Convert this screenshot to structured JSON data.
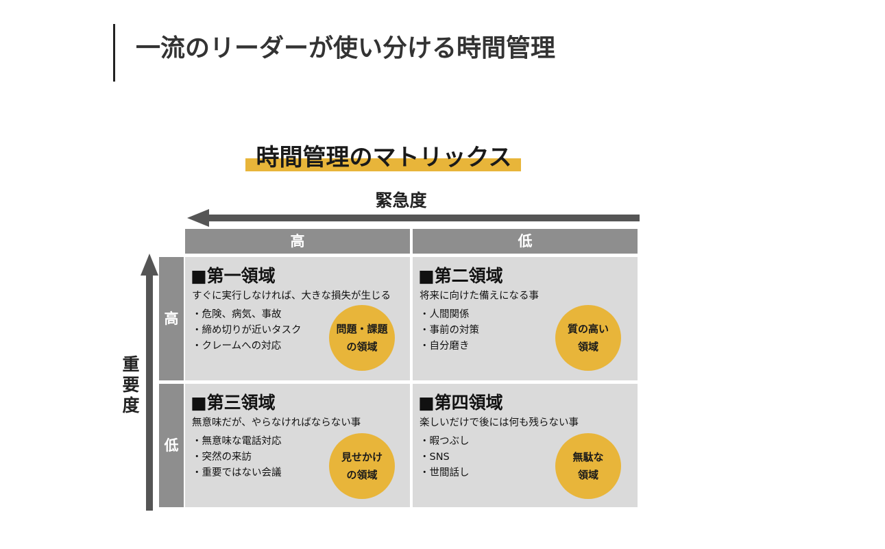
{
  "page": {
    "title": "一流のリーダーが使い分ける時間管理"
  },
  "matrix": {
    "title": "時間管理のマトリックス",
    "x_axis_label": "緊急度",
    "y_axis_label": "重要度",
    "col_headers": [
      "高",
      "低"
    ],
    "row_headers": [
      "高",
      "低"
    ],
    "accent_color": "#e8b53a",
    "header_color": "#8e8e8e",
    "cell_color": "#dadada",
    "quadrants": [
      {
        "title": "■第一領域",
        "description": "すぐに実行しなければ、大きな損失が生じる",
        "items": [
          "・危険、病気、事故",
          "・締め切りが近いタスク",
          "・クレームへの対応"
        ],
        "badge_line1": "問題・課題",
        "badge_line2": "の領域"
      },
      {
        "title": "■第二領域",
        "description": "将来に向けた備えになる事",
        "items": [
          "・人間関係",
          "・事前の対策",
          "・自分磨き"
        ],
        "badge_line1": "質の高い",
        "badge_line2": "領域"
      },
      {
        "title": "■第三領域",
        "description": "無意味だが、やらなければならない事",
        "items": [
          "・無意味な電話対応",
          "・突然の来訪",
          "・重要ではない会議"
        ],
        "badge_line1": "見せかけ",
        "badge_line2": "の領域"
      },
      {
        "title": "■第四領域",
        "description": "楽しいだけで後には何も残らない事",
        "items": [
          "・暇つぶし",
          "・SNS",
          "・世間話し"
        ],
        "badge_line1": "無駄な",
        "badge_line2": "領域"
      }
    ]
  }
}
